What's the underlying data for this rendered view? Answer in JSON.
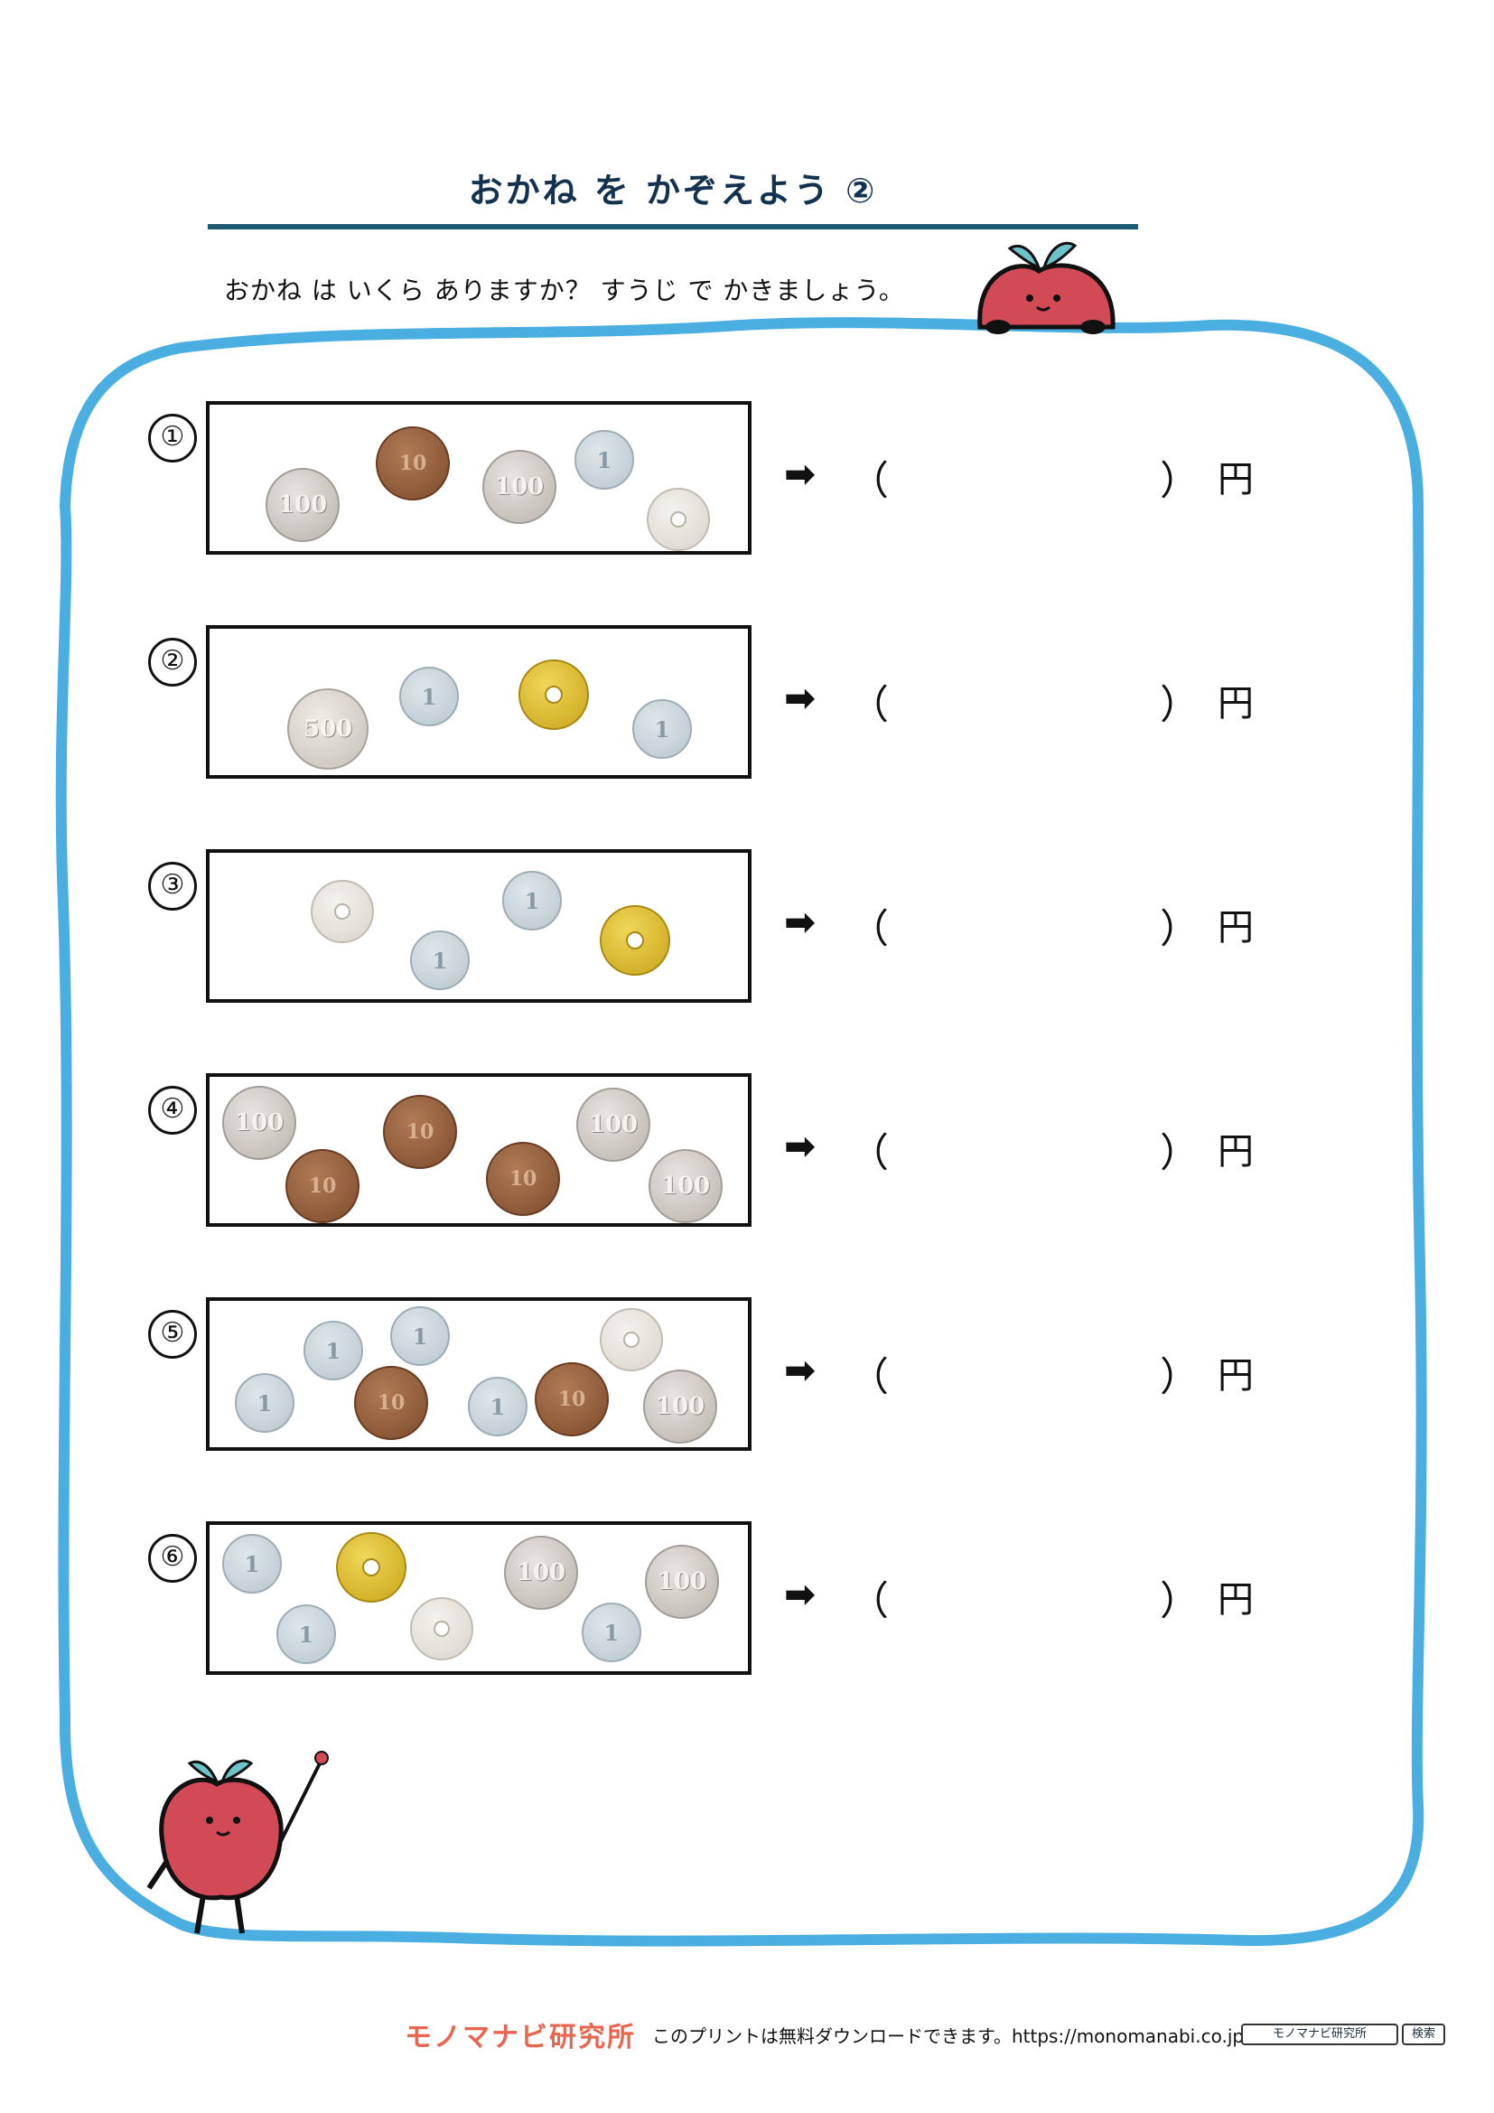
{
  "title": "おかね を かぞえよう ②",
  "instruction": "おかね は いくら ありますか？ すうじ で かきましょう。",
  "answer": {
    "arrow": "➡",
    "open_paren": "（",
    "close_paren": "）",
    "unit": "円"
  },
  "problems": [
    {
      "number": "①",
      "coins": [
        100,
        10,
        100,
        1,
        50
      ]
    },
    {
      "number": "②",
      "coins": [
        500,
        1,
        5,
        1
      ]
    },
    {
      "number": "③",
      "coins": [
        50,
        1,
        1,
        5
      ]
    },
    {
      "number": "④",
      "coins": [
        100,
        10,
        10,
        10,
        100,
        100
      ]
    },
    {
      "number": "⑤",
      "coins": [
        1,
        1,
        1,
        10,
        1,
        10,
        50,
        100
      ]
    },
    {
      "number": "⑥",
      "coins": [
        1,
        5,
        1,
        50,
        100,
        1,
        100
      ]
    }
  ],
  "footer": {
    "brand": "モノマナビ研究所",
    "note": "このプリントは無料ダウンロードできます。https://monomanabi.co.jp",
    "search_text": "モノマナビ研究所",
    "search_button": "検索"
  },
  "colors": {
    "frame": "#4aaee0",
    "title_rule": "#1d5b73",
    "apple": "#d24a55"
  }
}
